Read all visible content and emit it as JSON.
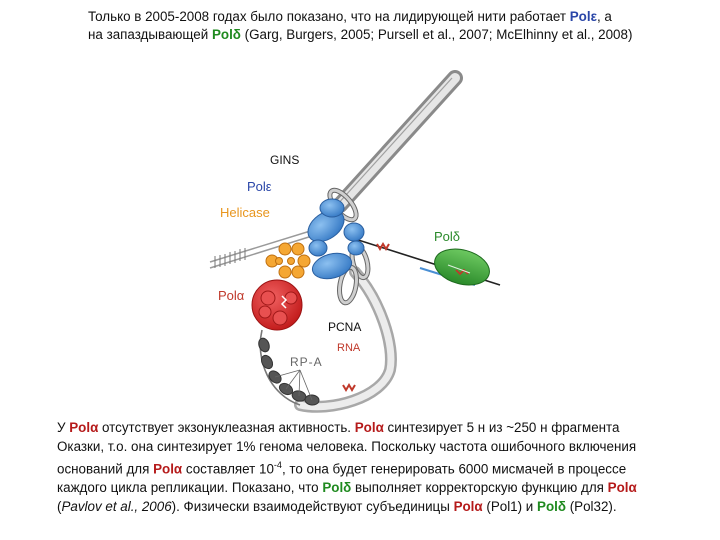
{
  "header": {
    "line1_a": "Только в 2005-2008 годах было показано, что на лидирующей нити работает ",
    "pol_e": "Polε",
    "line1_b": ", а",
    "line2_a": "на запаздывающей ",
    "pol_d": "Polδ",
    "line2_b": " (Garg, Burgers, 2005; Pursell et al., 2007; McElhinny et al., 2008)"
  },
  "diagram": {
    "labels": {
      "gins": "GINS",
      "pol_e": "Polε",
      "helicase": "Helicase",
      "pol_d": "Polδ",
      "pol_a": "Polα",
      "pcna": "PCNA",
      "rna": "RNA",
      "rpa": "RP-A"
    },
    "colors": {
      "pol_e_blue": "#4a8fd4",
      "helicase_orange": "#f0a030",
      "pol_a_red": "#d8262c",
      "pol_d_green": "#3a9a38",
      "rna_red": "#c0392b",
      "rpa_gray": "#555555",
      "pcna_gray": "#9e9e9e",
      "label_blue": "#2a46a8",
      "label_orange": "#e8961e",
      "label_red": "#c0392b",
      "label_green": "#2a8a2a"
    }
  },
  "footer": {
    "l1_a": "У ",
    "pola1": "Polα",
    "l1_b": " отсутствует экзонуклеазная активность. ",
    "pola2": "Polα",
    "l1_c": " синтезирует 5 н из ~250 н фрагмента",
    "l2": "Оказки, т.о. она синтезирует 1% генома человека. Поскольку частота ошибочного включения",
    "l3_a": "оснований для  ",
    "pola3": "Polα",
    "l3_b": " составляет 10",
    "l3_sup": "-4",
    "l3_c": ", то она будет генерировать 6000 мисмачей в процессе",
    "l4_a": "каждого цикла репликации. Показано, что ",
    "pold1": "Polδ",
    "l4_b": " выполняет корректорскую функцию для ",
    "pola4": "Polα",
    "l5_a": "(",
    "l5_cite": "Pavlov et al., 2006",
    "l5_b": "). Физически взаимодействуют субъединицы ",
    "pola5": "Polα",
    "l5_c": " (Pol1) и ",
    "pold2": "Polδ",
    "l5_d": " (Pol32)."
  }
}
